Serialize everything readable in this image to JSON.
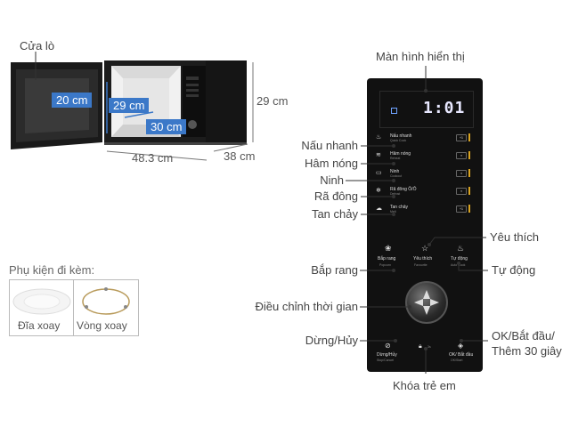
{
  "labels": {
    "door": "Cửa lò",
    "display": "Màn hình hiển thị",
    "quick_cook": "Nấu nhanh",
    "reheat": "Hâm nóng",
    "simmer": "Ninh",
    "defrost": "Rã đông",
    "melt": "Tan chảy",
    "favorite": "Yêu thích",
    "popcorn": "Bắp rang",
    "auto": "Tự động",
    "time_adjust": "Điều chỉnh thời gian",
    "stop_cancel": "Dừng/Hủy",
    "ok_start": "OK/Bắt đầu/",
    "ok_start_2": "Thêm 30 giây",
    "child_lock": "Khóa trẻ em"
  },
  "dimensions": {
    "inner_width": "20 cm",
    "inner_depth": "29 cm",
    "inner_height": "30 cm",
    "outer_width": "48.3 cm",
    "outer_depth": "38 cm",
    "outer_height": "29 cm"
  },
  "accessories": {
    "title": "Phụ kiện đi kèm:",
    "plate": "Đĩa xoay",
    "ring": "Vòng xoay"
  },
  "panel": {
    "display_value": "1:01",
    "rows": [
      {
        "title": "Nấu nhanh",
        "sub": "Quick Cook",
        "tag": "+1"
      },
      {
        "title": "Hâm nóng",
        "sub": "Reheat",
        "tag": "≡"
      },
      {
        "title": "Ninh",
        "sub": "Cookout",
        "tag": "≡"
      },
      {
        "title": "Rã đông Ô/Ô",
        "sub": "Defrost",
        "tag": "≡"
      },
      {
        "title": "Tan chảy",
        "sub": "Melt",
        "tag": "+1"
      }
    ],
    "buttons": [
      {
        "title": "Bắp rang",
        "sub": "Popcorn"
      },
      {
        "title": "Yêu thích",
        "sub": "Favourite"
      },
      {
        "title": "Tự động",
        "sub": "Auto Cook"
      }
    ],
    "bottom": [
      {
        "title": "Dừng/Hủy",
        "sub": "Stop/Cancel"
      },
      {
        "title": "OK/ Bắt đầu",
        "sub": "OK/Start"
      }
    ],
    "lock_sub": "3s"
  },
  "colors": {
    "accent_blue": "#3b78c8",
    "panel": "#111111",
    "level_gold": "#d9a421",
    "display_blue": "#6fa3ff"
  }
}
